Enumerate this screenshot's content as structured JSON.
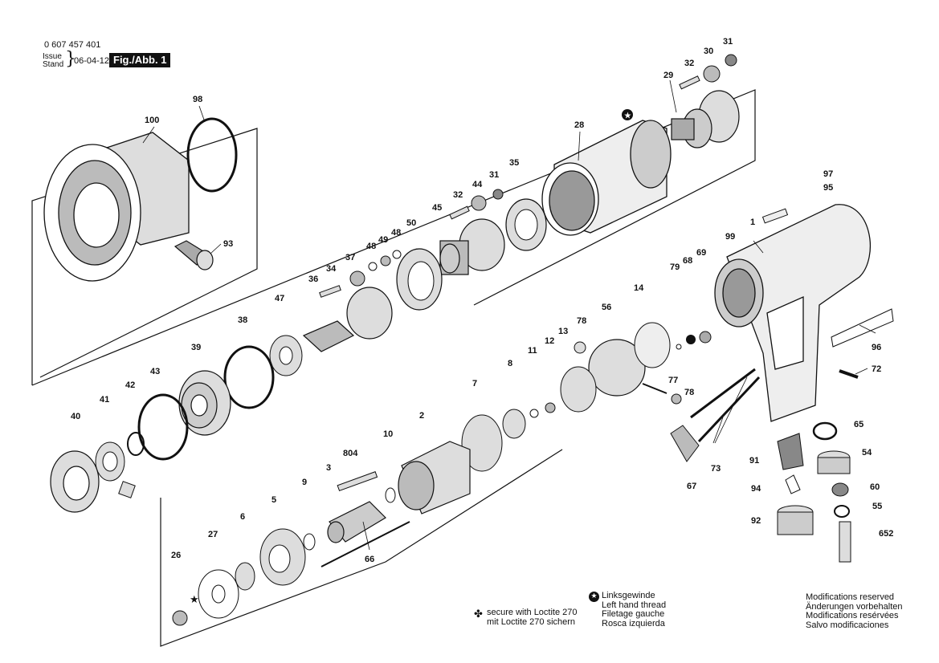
{
  "header": {
    "part_number": "0 607 457 401",
    "issue_label_1": "Issue",
    "issue_label_2": "Stand",
    "brace": "}",
    "issue_date": "06-04-12",
    "figure": "Fig./Abb. 1"
  },
  "callouts": {
    "c100": "100",
    "c98": "98",
    "c93": "93",
    "c31a": "31",
    "c30": "30",
    "c32a": "32",
    "c29": "29",
    "c28": "28",
    "c35": "35",
    "c31b": "31",
    "c44": "44",
    "c32b": "32",
    "c45": "45",
    "c50": "50",
    "c48a": "48",
    "c49": "49",
    "c48b": "48",
    "c37": "37",
    "c34": "34",
    "c36": "36",
    "c47": "47",
    "c38": "38",
    "c39": "39",
    "c43": "43",
    "c42": "42",
    "c41": "41",
    "c40": "40",
    "c97": "97",
    "c95": "95",
    "c1": "1",
    "c99": "99",
    "c79": "79",
    "c68": "68",
    "c69": "69",
    "c14": "14",
    "c56": "56",
    "c78a": "78",
    "c13": "13",
    "c12": "12",
    "c11": "11",
    "c8": "8",
    "c7": "7",
    "c77": "77",
    "c78b": "78",
    "c96": "96",
    "c72": "72",
    "c2": "2",
    "c10": "10",
    "c804": "804",
    "c3": "3",
    "c9": "9",
    "c5": "5",
    "c6": "6",
    "c27": "27",
    "c26": "26",
    "c66": "66",
    "c67": "67",
    "c73": "73",
    "c65": "65",
    "c91": "91",
    "c54": "54",
    "c94": "94",
    "c60": "60",
    "c55": "55",
    "c92": "92",
    "c652": "652"
  },
  "legend": {
    "loctite_icon": "clover-icon",
    "loctite_line1": "secure with Loctite 270",
    "loctite_line2": "mit Loctite 270 sichern",
    "lefthand_icon": "star-circle-icon",
    "lefthand_line1": "Linksgewinde",
    "lefthand_line2": "Left hand thread",
    "lefthand_line3": "Filetage gauche",
    "lefthand_line4": "Rosca izquierda",
    "mod_line1": "Modifications reserved",
    "mod_line2": "Änderungen vorbehalten",
    "mod_line3": "Modifications resérvées",
    "mod_line4": "Salvo modificaciones"
  },
  "colors": {
    "ink": "#111111",
    "shade": "#8a8a8a",
    "light": "#d0d0d0"
  }
}
